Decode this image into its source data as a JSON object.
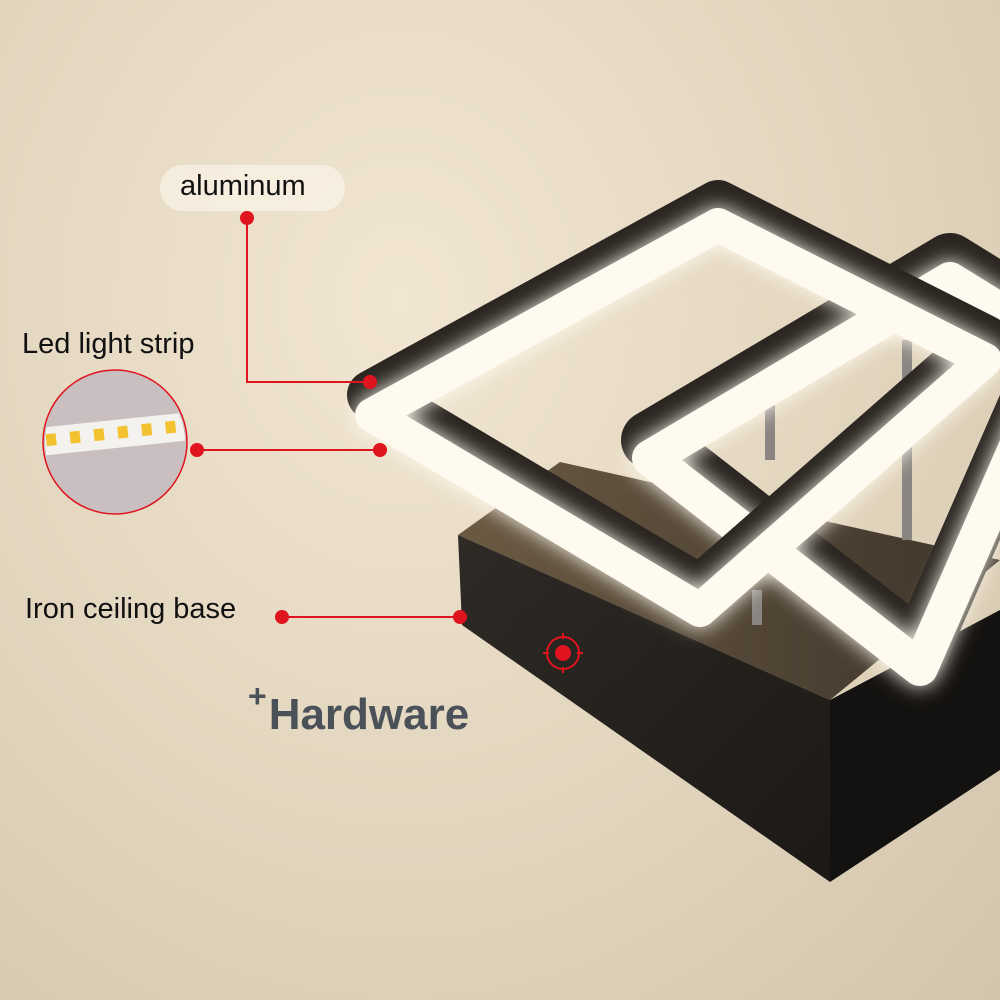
{
  "labels": {
    "aluminum": "aluminum",
    "led_strip": "Led light strip",
    "iron_base": "Iron ceiling base",
    "hardware_plus": "+",
    "hardware": "Hardware"
  },
  "colors": {
    "callout": "#e0141e",
    "hardware_text": "#4a5158",
    "lamp_frame": "#2a2520",
    "glow": "#fffaf0"
  }
}
